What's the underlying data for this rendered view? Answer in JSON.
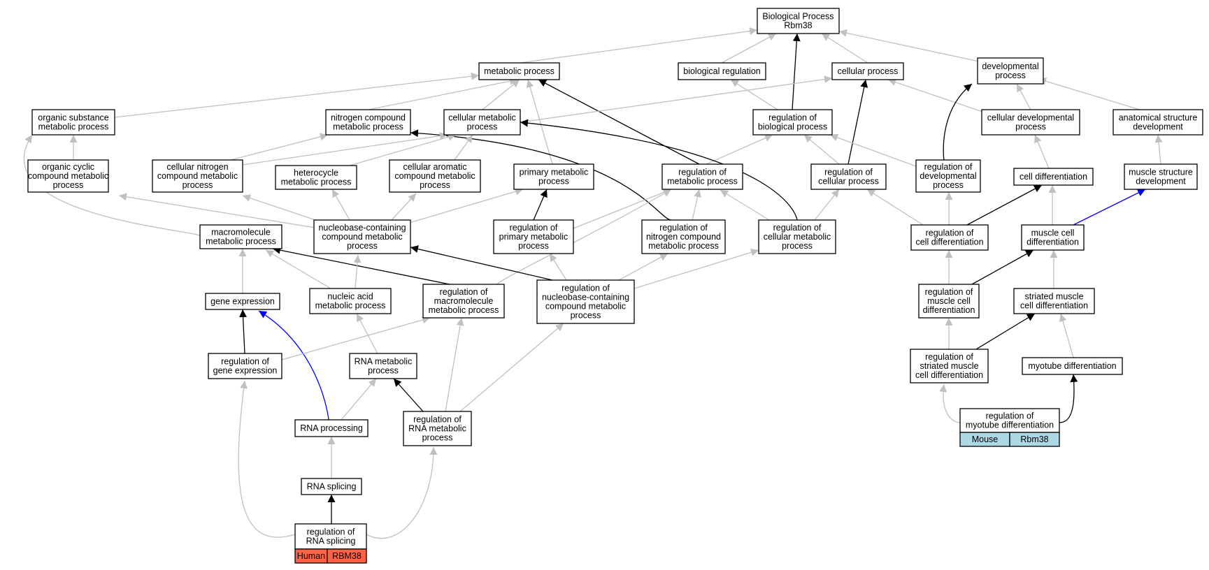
{
  "graph": {
    "root": "Biological Process",
    "gene": "Rbm38",
    "colors": {
      "human": "#ff6347",
      "mouse": "#add8e6",
      "solid_edge": "#000000",
      "implied_edge": "#c0c0c0",
      "blue_edge": "#0000ff"
    },
    "nodes": [
      {
        "id": "bp",
        "lines": [
          "Biological Process",
          "Rbm38"
        ]
      },
      {
        "id": "metabolic",
        "lines": [
          "metabolic process"
        ]
      },
      {
        "id": "bioreg",
        "lines": [
          "biological regulation"
        ]
      },
      {
        "id": "cellular",
        "lines": [
          "cellular process"
        ]
      },
      {
        "id": "developmental",
        "lines": [
          "developmental",
          "process"
        ]
      },
      {
        "id": "orgsub",
        "lines": [
          "organic substance",
          "metabolic process"
        ]
      },
      {
        "id": "nitrogen",
        "lines": [
          "nitrogen compound",
          "metabolic process"
        ]
      },
      {
        "id": "cellmet",
        "lines": [
          "cellular metabolic",
          "process"
        ]
      },
      {
        "id": "regbio",
        "lines": [
          "regulation of",
          "biological process"
        ]
      },
      {
        "id": "celldev",
        "lines": [
          "cellular developmental",
          "process"
        ]
      },
      {
        "id": "anatomical",
        "lines": [
          "anatomical structure",
          "development"
        ]
      },
      {
        "id": "orgcyclic",
        "lines": [
          "organic cyclic",
          "compound metabolic",
          "process"
        ]
      },
      {
        "id": "cellnitro",
        "lines": [
          "cellular nitrogen",
          "compound metabolic",
          "process"
        ]
      },
      {
        "id": "heterocycle",
        "lines": [
          "heterocycle",
          "metabolic process"
        ]
      },
      {
        "id": "aromatic",
        "lines": [
          "cellular aromatic",
          "compound metabolic",
          "process"
        ]
      },
      {
        "id": "primary",
        "lines": [
          "primary metabolic",
          "process"
        ]
      },
      {
        "id": "regmet",
        "lines": [
          "regulation of",
          "metabolic process"
        ]
      },
      {
        "id": "regcellproc",
        "lines": [
          "regulation of",
          "cellular process"
        ]
      },
      {
        "id": "regdev",
        "lines": [
          "regulation of",
          "developmental",
          "process"
        ]
      },
      {
        "id": "celldiff",
        "lines": [
          "cell differentiation"
        ]
      },
      {
        "id": "musclestruct",
        "lines": [
          "muscle structure",
          "development"
        ]
      },
      {
        "id": "macromol",
        "lines": [
          "macromolecule",
          "metabolic process"
        ]
      },
      {
        "id": "nucleobase",
        "lines": [
          "nucleobase-containing",
          "compound metabolic",
          "process"
        ]
      },
      {
        "id": "regprimary",
        "lines": [
          "regulation of",
          "primary metabolic",
          "process"
        ]
      },
      {
        "id": "regnitro",
        "lines": [
          "regulation of",
          "nitrogen compound",
          "metabolic process"
        ]
      },
      {
        "id": "regcellmet",
        "lines": [
          "regulation of",
          "cellular metabolic",
          "process"
        ]
      },
      {
        "id": "regcelldiff",
        "lines": [
          "regulation of",
          "cell differentiation"
        ]
      },
      {
        "id": "musclecelldiff",
        "lines": [
          "muscle cell",
          "differentiation"
        ]
      },
      {
        "id": "geneexpr",
        "lines": [
          "gene expression"
        ]
      },
      {
        "id": "nucleic",
        "lines": [
          "nucleic acid",
          "metabolic process"
        ]
      },
      {
        "id": "regmacro",
        "lines": [
          "regulation of",
          "macromolecule",
          "metabolic process"
        ]
      },
      {
        "id": "regnucleo",
        "lines": [
          "regulation of",
          "nucleobase-containing",
          "compound metabolic",
          "process"
        ]
      },
      {
        "id": "regmusclecell",
        "lines": [
          "regulation of",
          "muscle cell",
          "differentiation"
        ]
      },
      {
        "id": "striated",
        "lines": [
          "striated muscle",
          "cell differentiation"
        ]
      },
      {
        "id": "reggeneexpr",
        "lines": [
          "regulation of",
          "gene expression"
        ]
      },
      {
        "id": "rnamet",
        "lines": [
          "RNA metabolic",
          "process"
        ]
      },
      {
        "id": "regstriated",
        "lines": [
          "regulation of",
          "striated muscle",
          "cell differentiation"
        ]
      },
      {
        "id": "myotube",
        "lines": [
          "myotube differentiation"
        ]
      },
      {
        "id": "rnaproc",
        "lines": [
          "RNA processing"
        ]
      },
      {
        "id": "regrnamet",
        "lines": [
          "regulation of",
          "RNA metabolic",
          "process"
        ]
      },
      {
        "id": "regmyotube",
        "lines": [
          "regulation of",
          "myotube differentiation"
        ],
        "annotations": [
          {
            "species": "Mouse",
            "gene": "Rbm38"
          }
        ]
      },
      {
        "id": "rnasplicing",
        "lines": [
          "RNA splicing"
        ]
      },
      {
        "id": "regrnasplicing",
        "lines": [
          "regulation of",
          "RNA splicing"
        ],
        "annotations": [
          {
            "species": "Human",
            "gene": "RBM38"
          }
        ]
      }
    ],
    "edges": [
      {
        "from": "metabolic",
        "to": "bp",
        "style": "implied"
      },
      {
        "from": "bioreg",
        "to": "bp",
        "style": "implied"
      },
      {
        "from": "cellular",
        "to": "bp",
        "style": "implied"
      },
      {
        "from": "developmental",
        "to": "bp",
        "style": "implied"
      },
      {
        "from": "regbio",
        "to": "bp",
        "style": "solid"
      },
      {
        "from": "orgsub",
        "to": "metabolic",
        "style": "implied"
      },
      {
        "from": "nitrogen",
        "to": "metabolic",
        "style": "implied"
      },
      {
        "from": "cellmet",
        "to": "metabolic",
        "style": "implied"
      },
      {
        "from": "primary",
        "to": "metabolic",
        "style": "implied"
      },
      {
        "from": "regmet",
        "to": "metabolic",
        "style": "solid"
      },
      {
        "from": "cellmet",
        "to": "cellular",
        "style": "implied"
      },
      {
        "from": "regcellproc",
        "to": "cellular",
        "style": "solid"
      },
      {
        "from": "celldev",
        "to": "cellular",
        "style": "implied"
      },
      {
        "from": "regbio",
        "to": "bioreg",
        "style": "implied"
      },
      {
        "from": "celldev",
        "to": "developmental",
        "style": "implied"
      },
      {
        "from": "anatomical",
        "to": "developmental",
        "style": "implied"
      },
      {
        "from": "regdev",
        "to": "developmental",
        "style": "solid"
      },
      {
        "from": "regmet",
        "to": "regbio",
        "style": "implied"
      },
      {
        "from": "regcellproc",
        "to": "regbio",
        "style": "implied"
      },
      {
        "from": "regdev",
        "to": "regbio",
        "style": "implied"
      },
      {
        "from": "orgcyclic",
        "to": "orgsub",
        "style": "implied"
      },
      {
        "from": "macromol",
        "to": "orgsub",
        "style": "implied"
      },
      {
        "from": "cellnitro",
        "to": "nitrogen",
        "style": "implied"
      },
      {
        "from": "regnitro",
        "to": "nitrogen",
        "style": "solid"
      },
      {
        "from": "cellnitro",
        "to": "cellmet",
        "style": "implied"
      },
      {
        "from": "heterocycle",
        "to": "cellmet",
        "style": "implied"
      },
      {
        "from": "aromatic",
        "to": "cellmet",
        "style": "implied"
      },
      {
        "from": "regcellmet",
        "to": "cellmet",
        "style": "solid"
      },
      {
        "from": "celldiff",
        "to": "celldev",
        "style": "implied"
      },
      {
        "from": "musclestruct",
        "to": "anatomical",
        "style": "implied"
      },
      {
        "from": "nucleobase",
        "to": "orgcyclic",
        "style": "implied"
      },
      {
        "from": "nucleobase",
        "to": "cellnitro",
        "style": "implied"
      },
      {
        "from": "nucleobase",
        "to": "heterocycle",
        "style": "implied"
      },
      {
        "from": "nucleobase",
        "to": "aromatic",
        "style": "implied"
      },
      {
        "from": "nucleobase",
        "to": "primary",
        "style": "implied"
      },
      {
        "from": "regprimary",
        "to": "primary",
        "style": "solid"
      },
      {
        "from": "regprimary",
        "to": "regmet",
        "style": "implied"
      },
      {
        "from": "regnitro",
        "to": "regmet",
        "style": "implied"
      },
      {
        "from": "regcellmet",
        "to": "regmet",
        "style": "implied"
      },
      {
        "from": "regmacro",
        "to": "regmet",
        "style": "implied"
      },
      {
        "from": "regcellmet",
        "to": "regcellproc",
        "style": "implied"
      },
      {
        "from": "regcelldiff",
        "to": "regcellproc",
        "style": "implied"
      },
      {
        "from": "regcelldiff",
        "to": "regdev",
        "style": "implied"
      },
      {
        "from": "regcelldiff",
        "to": "celldiff",
        "style": "solid"
      },
      {
        "from": "musclecelldiff",
        "to": "celldiff",
        "style": "implied"
      },
      {
        "from": "musclecelldiff",
        "to": "musclestruct",
        "style": "blue"
      },
      {
        "from": "geneexpr",
        "to": "macromol",
        "style": "implied"
      },
      {
        "from": "nucleic",
        "to": "macromol",
        "style": "implied"
      },
      {
        "from": "regmacro",
        "to": "macromol",
        "style": "solid"
      },
      {
        "from": "nucleic",
        "to": "nucleobase",
        "style": "implied"
      },
      {
        "from": "regnucleo",
        "to": "nucleobase",
        "style": "solid"
      },
      {
        "from": "regnucleo",
        "to": "regprimary",
        "style": "implied"
      },
      {
        "from": "regnucleo",
        "to": "regnitro",
        "style": "implied"
      },
      {
        "from": "regnucleo",
        "to": "regcellmet",
        "style": "implied"
      },
      {
        "from": "regmusclecell",
        "to": "regcelldiff",
        "style": "implied"
      },
      {
        "from": "regmusclecell",
        "to": "musclecelldiff",
        "style": "solid"
      },
      {
        "from": "striated",
        "to": "musclecelldiff",
        "style": "implied"
      },
      {
        "from": "reggeneexpr",
        "to": "geneexpr",
        "style": "solid"
      },
      {
        "from": "rnaproc",
        "to": "geneexpr",
        "style": "blue"
      },
      {
        "from": "rnamet",
        "to": "nucleic",
        "style": "implied"
      },
      {
        "from": "reggeneexpr",
        "to": "regmacro",
        "style": "implied"
      },
      {
        "from": "regrnamet",
        "to": "regmacro",
        "style": "implied"
      },
      {
        "from": "regrnamet",
        "to": "regnucleo",
        "style": "implied"
      },
      {
        "from": "regstriated",
        "to": "regmusclecell",
        "style": "implied"
      },
      {
        "from": "regstriated",
        "to": "striated",
        "style": "solid"
      },
      {
        "from": "myotube",
        "to": "striated",
        "style": "implied"
      },
      {
        "from": "rnaproc",
        "to": "rnamet",
        "style": "implied"
      },
      {
        "from": "regrnamet",
        "to": "rnamet",
        "style": "solid"
      },
      {
        "from": "regmyotube",
        "to": "regstriated",
        "style": "implied"
      },
      {
        "from": "regmyotube",
        "to": "myotube",
        "style": "solid"
      },
      {
        "from": "rnasplicing",
        "to": "rnaproc",
        "style": "implied"
      },
      {
        "from": "regrnasplicing",
        "to": "rnasplicing",
        "style": "solid"
      },
      {
        "from": "regrnasplicing",
        "to": "reggeneexpr",
        "style": "implied"
      },
      {
        "from": "regrnasplicing",
        "to": "regrnamet",
        "style": "implied"
      }
    ]
  }
}
